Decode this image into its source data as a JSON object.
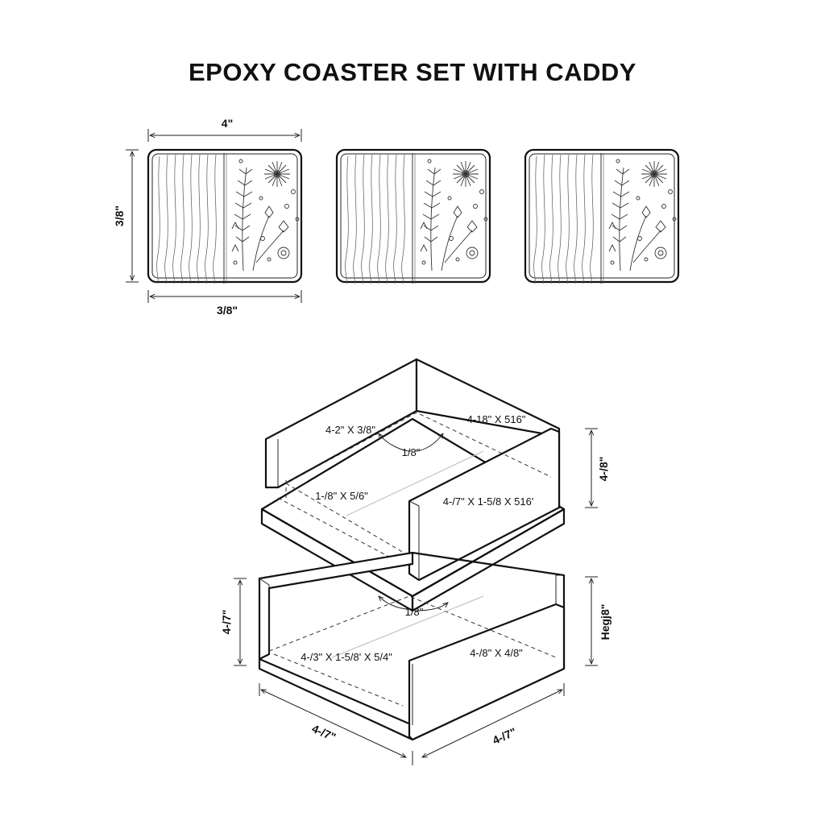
{
  "title": "EPOXY COASTER SET WITH CADDY",
  "coasters": {
    "count": 3,
    "dims": {
      "top_width": "4\"",
      "left_height": "3/8\"",
      "bottom_width": "3/8\""
    }
  },
  "caddy": {
    "upper_labels": {
      "back_left": "4-2\" X 3/8\"",
      "back_right": "4-18\" X 516\"",
      "center": "1/8\"",
      "left_inner": "1-/8\" X 5/6\"",
      "right_side": "4-/7\" X 1-5/8 X 516'",
      "right_height": "4-/8\""
    },
    "lower_labels": {
      "center": "1/8\"",
      "floor": "4-/3\" X 1-5/8' X 5/4\"",
      "right_side": "4-/8\" X 4/8\"",
      "left_height": "4-/7\"",
      "right_height": "Hegj8\"",
      "bottom_left": "4-/7\"",
      "bottom_right": "4-/7\""
    }
  }
}
